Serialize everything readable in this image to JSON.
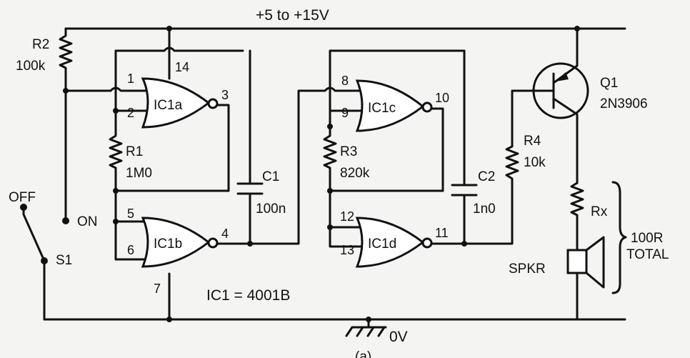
{
  "title": "",
  "supply": "+5 to +15V",
  "ground": "0V",
  "ic_note": "IC1 = 4001B",
  "components": {
    "r1": {
      "name": "R1",
      "value": "1M0"
    },
    "r2": {
      "name": "R2",
      "value": "100k"
    },
    "r3": {
      "name": "R3",
      "value": "820k"
    },
    "r4": {
      "name": "R4",
      "value": "10k"
    },
    "rx": {
      "name": "Rx"
    },
    "c1": {
      "name": "C1",
      "value": "100n"
    },
    "c2": {
      "name": "C2",
      "value": "1n0"
    },
    "q1": {
      "name": "Q1",
      "value": "2N3906"
    },
    "spkr": {
      "name": "SPKR"
    },
    "s1": {
      "name": "S1"
    },
    "total": {
      "line1": "100R",
      "line2": "TOTAL"
    }
  },
  "switch_labels": {
    "off": "OFF",
    "on": "ON"
  },
  "gates": {
    "a": "IC1a",
    "b": "IC1b",
    "c": "IC1c",
    "d": "IC1d"
  },
  "pins": {
    "p1": "1",
    "p2": "2",
    "p3": "3",
    "p4": "4",
    "p5": "5",
    "p6": "6",
    "p7": "7",
    "p8": "8",
    "p9": "9",
    "p10": "10",
    "p11": "11",
    "p12": "12",
    "p13": "13",
    "p14": "14"
  },
  "footer": "(a)"
}
